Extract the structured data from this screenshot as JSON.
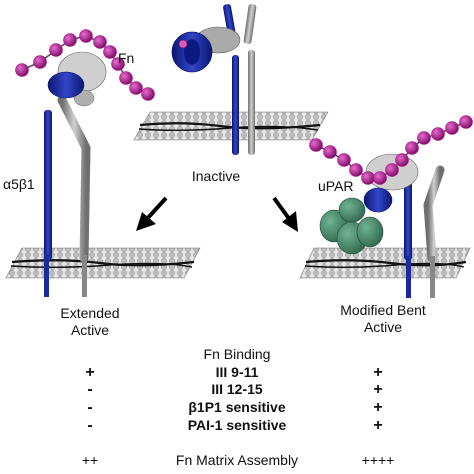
{
  "labels": {
    "fn": "Fn",
    "upar": "uPAR",
    "integrin": "α5β1",
    "inactive": "Inactive",
    "extended_line1": "Extended",
    "extended_line2": "Active",
    "modified_line1": "Modified Bent",
    "modified_line2": "Active"
  },
  "table": {
    "header": "Fn Binding",
    "rows": [
      {
        "left": "+",
        "label": "III 9-11",
        "right": "+"
      },
      {
        "left": "-",
        "label": "III 12-15",
        "right": "+"
      },
      {
        "left": "-",
        "label": "β1P1 sensitive",
        "right": "+"
      },
      {
        "left": "-",
        "label": "PAI-1 sensitive",
        "right": "+"
      }
    ],
    "footer": {
      "left": "++",
      "label": "Fn Matrix Assembly",
      "right": "++++"
    }
  },
  "colors": {
    "fn_bead": "#b0108f",
    "alpha_chain": "#1a2a9e",
    "beta_chain": "#9a9a9a",
    "upar": "#3f7f65",
    "membrane_head": "#c8c8c8",
    "membrane_tail": "#111111"
  }
}
